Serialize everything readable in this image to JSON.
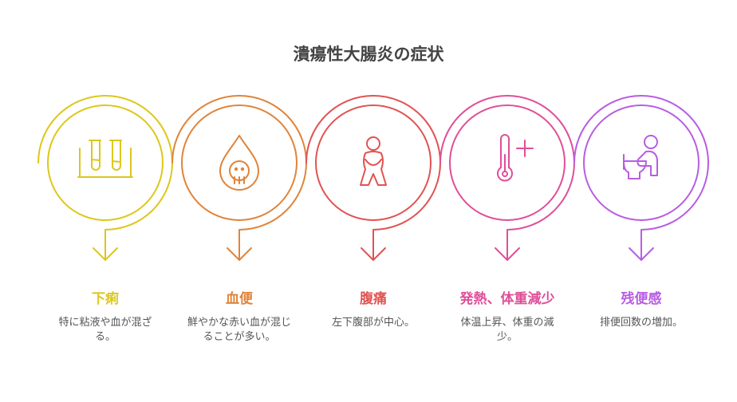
{
  "title": "潰瘍性大腸炎の症状",
  "steps": [
    {
      "heading": "下痢",
      "description": "特に粘液や血が混ざる。",
      "icon": "test-tubes-icon",
      "color": "#ddc71b"
    },
    {
      "heading": "血便",
      "description": "鮮やかな赤い血が混じることが多い。",
      "icon": "blood-drop-skull-icon",
      "color": "#e0843a"
    },
    {
      "heading": "腹痛",
      "description": "左下腹部が中心。",
      "icon": "person-stomach-pain-icon",
      "color": "#e25252"
    },
    {
      "heading": "発熱、体重減少",
      "description": "体温上昇、体重の減少。",
      "icon": "thermometer-plus-icon",
      "color": "#df4f98"
    },
    {
      "heading": "残便感",
      "description": "排便回数の増加。",
      "icon": "person-toilet-icon",
      "color": "#b85de2"
    }
  ]
}
